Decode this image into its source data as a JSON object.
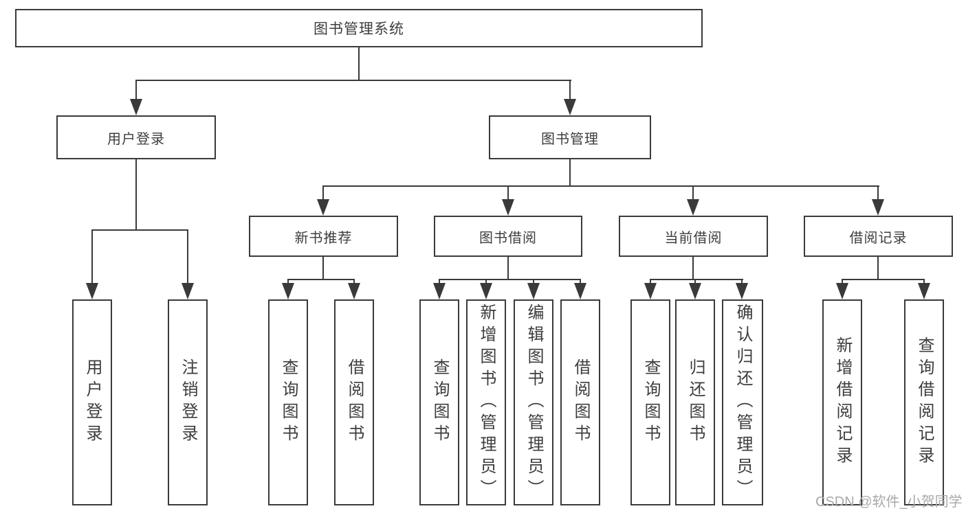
{
  "colors": {
    "line": "#3a3a3a",
    "text": "#3d3d3d",
    "background": "#ffffff",
    "watermark": "#a9a9a9"
  },
  "watermark": "CSDN @软件_小贺同学",
  "tree": {
    "root": {
      "label": "图书管理系统"
    },
    "branches": [
      {
        "label": "用户登录",
        "children": [
          {
            "label": "用户登录"
          },
          {
            "label": "注销登录"
          }
        ]
      },
      {
        "label": "图书管理",
        "children": [
          {
            "label": "新书推荐",
            "children": [
              {
                "label": "查询图书"
              },
              {
                "label": "借阅图书"
              }
            ]
          },
          {
            "label": "图书借阅",
            "children": [
              {
                "label": "查询图书"
              },
              {
                "label": "新增图书（管理员）"
              },
              {
                "label": "编辑图书（管理员）"
              },
              {
                "label": "借阅图书"
              }
            ]
          },
          {
            "label": "当前借阅",
            "children": [
              {
                "label": "查询图书"
              },
              {
                "label": "归还图书"
              },
              {
                "label": "确认归还（管理员）"
              }
            ]
          },
          {
            "label": "借阅记录",
            "children": [
              {
                "label": "新增借阅记录"
              },
              {
                "label": "查询借阅记录"
              }
            ]
          }
        ]
      }
    ]
  }
}
